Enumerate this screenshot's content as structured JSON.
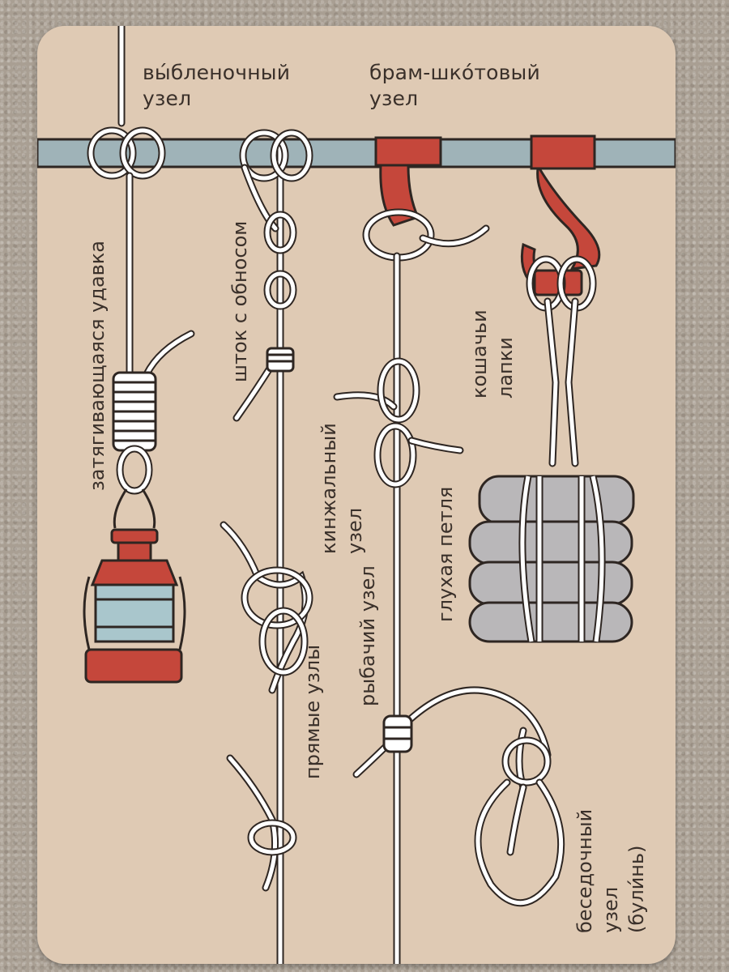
{
  "colors": {
    "card": "#dfcab4",
    "pole": "#9fb3b8",
    "red": "#c5473b",
    "rope": "#ffffff",
    "outline": "#2e2622",
    "bundle": "#b9b7b9"
  },
  "labels": {
    "clove_hitch": "вы́бленочный\nузел",
    "sheet_bend": "брам-шко́товый\nузел",
    "rolling_hitch": "затягивающаяся удавка",
    "marlinspike": "шток с обносом",
    "dagger_knot": "кинжальный\nузел",
    "fisherman": "рыбачий узел",
    "blind_loop": "глухая петля",
    "cats_paw": "кошачьи\nлапки",
    "reef_knots": "прямые узлы",
    "bowline": "беседочный узел\n(були́нь)"
  },
  "icons": [
    "pole",
    "lantern",
    "hook",
    "blanket-bundle",
    "rope-knot"
  ]
}
